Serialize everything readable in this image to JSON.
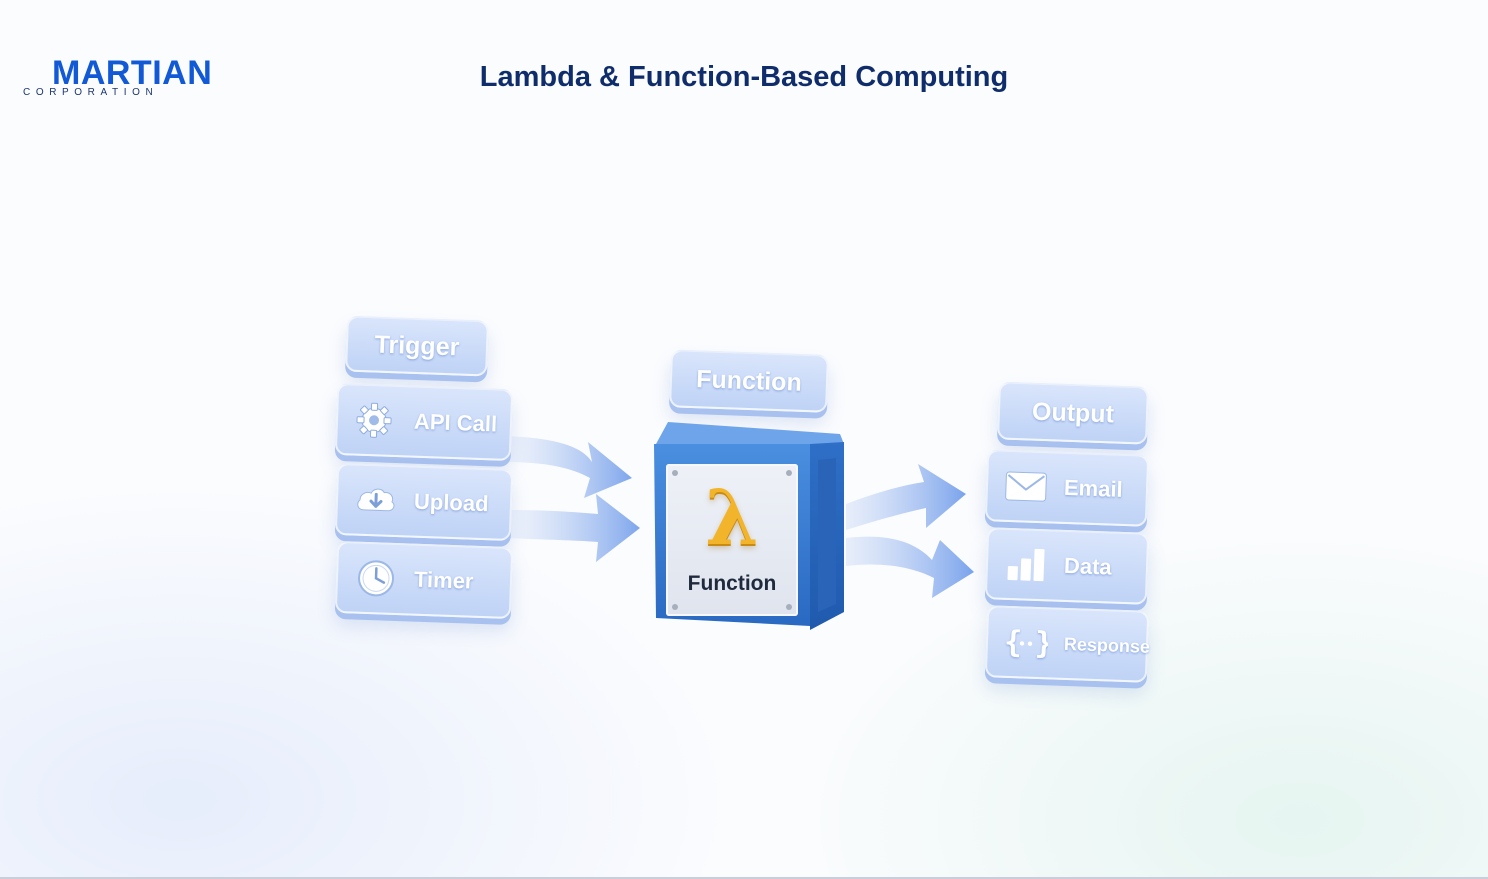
{
  "brand": {
    "name": "MARTIAN",
    "tagline": "CORPORATION"
  },
  "title": "Lambda & Function-Based Computing",
  "diagram": {
    "trigger": {
      "header": "Trigger",
      "items": [
        {
          "label": "API Call",
          "icon": "gear-icon"
        },
        {
          "label": "Upload",
          "icon": "cloud-upload-icon"
        },
        {
          "label": "Timer",
          "icon": "clock-icon"
        }
      ]
    },
    "function": {
      "header": "Function",
      "symbol": "λ",
      "label": "Function"
    },
    "output": {
      "header": "Output",
      "items": [
        {
          "label": "Email",
          "icon": "envelope-icon"
        },
        {
          "label": "Data",
          "icon": "bar-chart-icon"
        },
        {
          "label": "Response",
          "icon": "braces-icon"
        }
      ]
    }
  },
  "colors": {
    "brand_blue": "#1259d6",
    "title_navy": "#0f2d6b",
    "card_blue": "#c7d8f7",
    "box_blue": "#2f76cf",
    "lambda_yellow": "#f2b42a"
  }
}
